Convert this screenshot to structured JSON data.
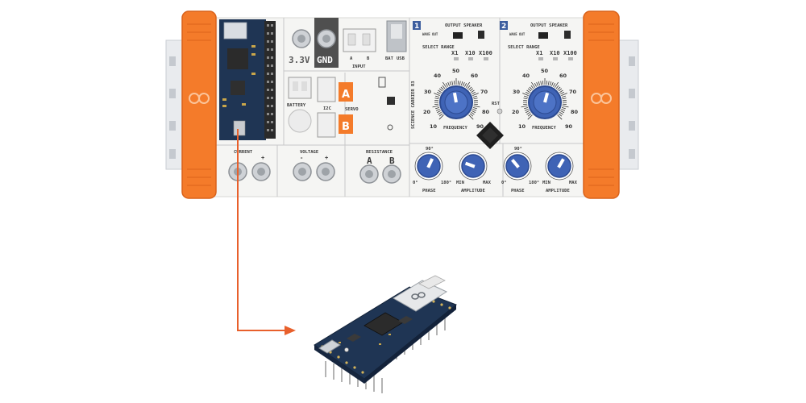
{
  "board": {
    "power_labels": {
      "v33": "3.3V",
      "gnd": "GND"
    },
    "input_label": "INPUT",
    "input_pins": [
      "A",
      "B"
    ],
    "bat_usb": {
      "bat": "BAT",
      "usb": "USB"
    },
    "battery_label": "BATTERY",
    "i2c_label": "I2C",
    "servo_label": "SERVO",
    "servo_ports": [
      "A",
      "B"
    ],
    "measure": {
      "current": "CURRENT",
      "voltage": "VOLTAGE",
      "resistance": "RESISTANCE",
      "current_signs": [
        "+"
      ],
      "voltage_signs": [
        "-",
        "+"
      ],
      "resistance_pins": [
        "A",
        "B"
      ]
    },
    "generators": [
      {
        "number": "1",
        "wave_out": "WAVE OUT",
        "output_speaker": "OUTPUT SPEAKER",
        "select_range": "SELECT RANGE",
        "ranges": [
          "X1",
          "X10",
          "X100"
        ],
        "frequency_label": "FREQUENCY",
        "freq_scale": [
          "10",
          "20",
          "30",
          "40",
          "50",
          "60",
          "70",
          "80",
          "90"
        ],
        "phase_label": "PHASE",
        "phase_marks": [
          "0°",
          "90°",
          "180°"
        ],
        "amplitude_label": "AMPLITUDE",
        "amp_marks": [
          "MIN",
          "MAX"
        ]
      },
      {
        "number": "2",
        "wave_out": "WAVE OUT",
        "output_speaker": "OUTPUT SPEAKER",
        "select_range": "SELECT RANGE",
        "ranges": [
          "X1",
          "X10",
          "X100"
        ],
        "frequency_label": "FREQUENCY",
        "freq_scale": [
          "10",
          "20",
          "30",
          "40",
          "50",
          "60",
          "70",
          "80",
          "90"
        ],
        "phase_label": "PHASE",
        "phase_marks": [
          "0°",
          "90°",
          "180°"
        ],
        "amplitude_label": "AMPLITUDE",
        "amp_marks": [
          "MIN",
          "MAX"
        ]
      }
    ],
    "rst_label": "RST",
    "side_text": "SCIENCE CARRIER R3"
  },
  "colors": {
    "bumper": "#f47b2a",
    "board": "#f4f4f2",
    "knob": "#3f63b5",
    "arrow": "#e8602c",
    "pcb": "#1f3554"
  },
  "nano": {
    "logo_icon": "arduino-infinity-icon"
  }
}
